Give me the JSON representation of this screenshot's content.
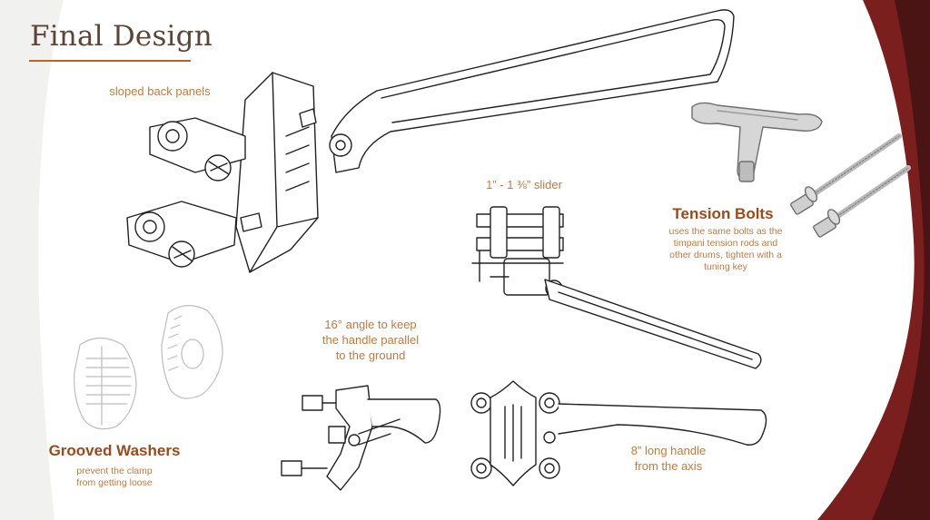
{
  "slide": {
    "title": "Final Design",
    "colors": {
      "title_text": "#5c4536",
      "title_underline": "#b8642a",
      "label_text": "#c07a3c",
      "heading_text": "#9a4a1c",
      "side_panel_dark": "#5a1616",
      "side_panel_mid": "#7a1e1e"
    }
  },
  "callouts": {
    "sloped_back_panels": "sloped back panels",
    "slider": "1” - 1 ⅜” slider",
    "angle": [
      "16° angle to keep",
      "the handle parallel",
      "to the ground"
    ],
    "handle_length": [
      "8” long handle",
      "from the axis"
    ]
  },
  "tension_bolts": {
    "heading": "Tension Bolts",
    "description": [
      "uses the same bolts as the",
      "timpani tension rods and",
      "other drums, tighten with a",
      "tuning key"
    ]
  },
  "grooved_washers": {
    "heading": "Grooved Washers",
    "description": [
      "prevent the clamp",
      "from getting loose"
    ]
  },
  "figures": [
    {
      "name": "main-isometric-clamp-drawing",
      "icon": "lever-clamp-isometric"
    },
    {
      "name": "slider-view-drawing",
      "icon": "clamp-slider-view"
    },
    {
      "name": "side-angle-view-drawing",
      "icon": "clamp-side-view"
    },
    {
      "name": "front-handle-view-drawing",
      "icon": "clamp-front-view"
    },
    {
      "name": "tuning-key-photo",
      "icon": "drum-tuning-key"
    },
    {
      "name": "tension-rods-photo",
      "icon": "tension-rods"
    },
    {
      "name": "grooved-washer-drawings",
      "icon": "grooved-washer"
    }
  ]
}
